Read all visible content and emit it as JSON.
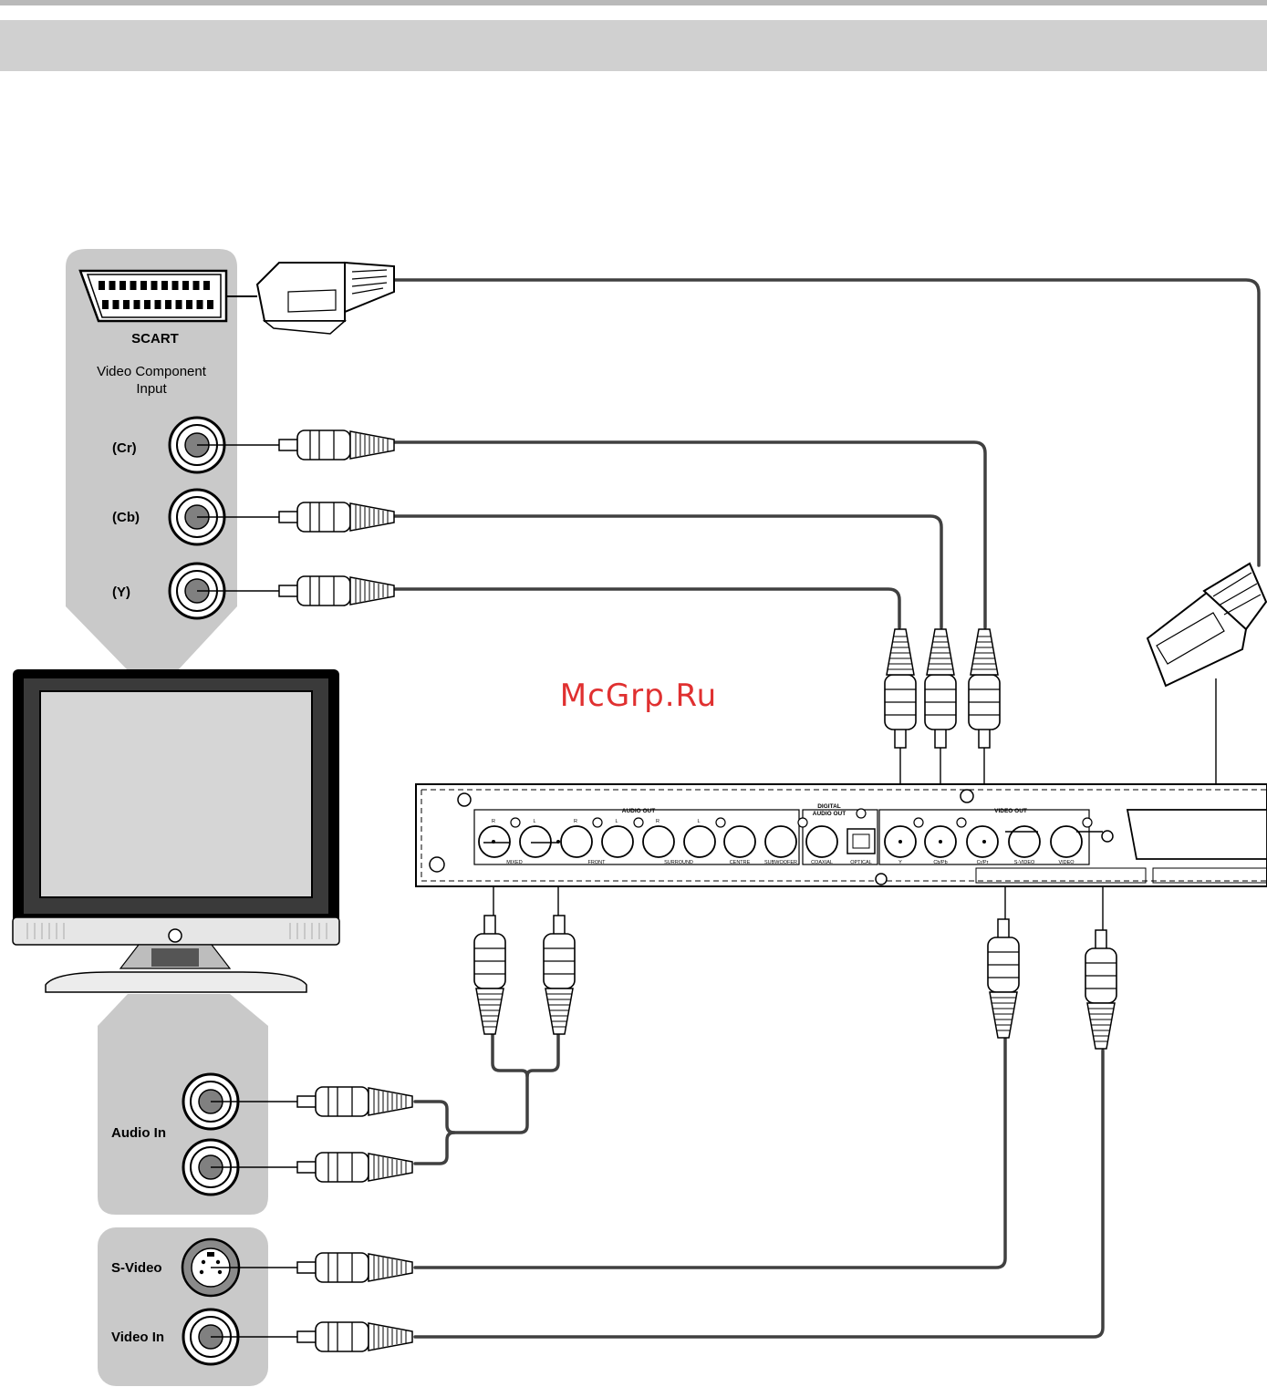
{
  "tv_panel": {
    "scart_label": "SCART",
    "component_label": "Video Component Input",
    "cr_label": "(Cr)",
    "cb_label": "(Cb)",
    "y_label": "(Y)"
  },
  "bottom_panel": {
    "audio_in_label": "Audio In",
    "svideo_label": "S-Video",
    "video_in_label": "Video In"
  },
  "player": {
    "audio_out_label": "AUDIO OUT",
    "digital_audio_out_label": "DIGITAL AUDIO OUT",
    "video_out_label": "VIDEO OUT",
    "jack_labels": {
      "mixed": "MIXED",
      "front": "FRONT",
      "surround": "SURROUND",
      "centre": "CENTRE",
      "subwoofer": "SUBWOOFER",
      "coaxial": "COAXIAL",
      "optical": "OPTICAL",
      "y": "Y",
      "cb_pb": "Cb/Pb",
      "cr_pr": "Cr/Pr",
      "s_video": "S-VIDEO",
      "video": "VIDEO"
    },
    "channel_marks": {
      "r": "R",
      "l": "L"
    }
  },
  "watermark": "McGrp.Ru",
  "colors": {
    "panel_gray": "#c9c9c9",
    "header_gray": "#d0d0d0",
    "cable": "#404040",
    "watermark": "#e03030"
  }
}
